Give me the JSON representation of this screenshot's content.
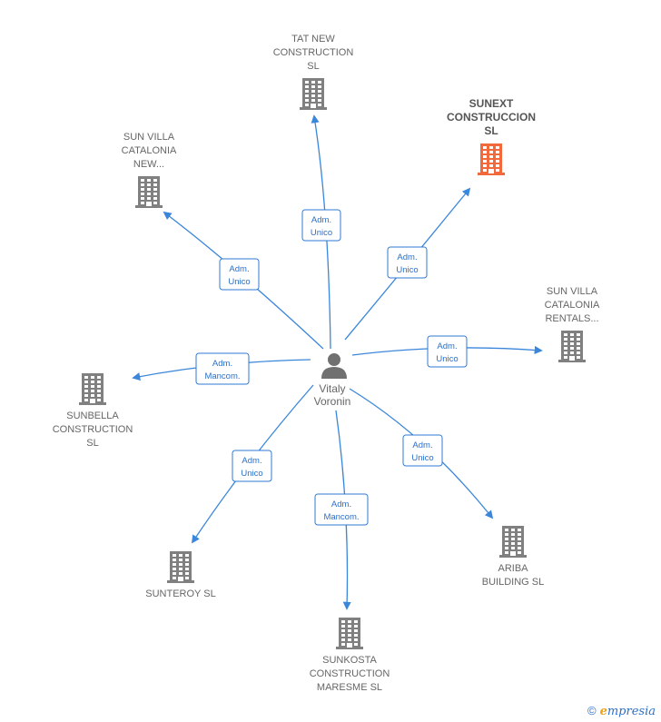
{
  "center": {
    "name_lines": [
      "Vitaly",
      "Voronin"
    ]
  },
  "companies": [
    {
      "id": "tat",
      "lines": [
        "TAT NEW",
        "CONSTRUCTION",
        "SL"
      ],
      "highlight": false
    },
    {
      "id": "sunext",
      "lines": [
        "SUNEXT",
        "CONSTRUCCION",
        "SL"
      ],
      "highlight": true
    },
    {
      "id": "svc-new",
      "lines": [
        "SUN VILLA",
        "CATALONIA",
        "NEW..."
      ],
      "highlight": false
    },
    {
      "id": "svc-rentals",
      "lines": [
        "SUN VILLA",
        "CATALONIA",
        "RENTALS..."
      ],
      "highlight": false
    },
    {
      "id": "sunbella",
      "lines": [
        "SUNBELLA",
        "CONSTRUCTION",
        "SL"
      ],
      "highlight": false
    },
    {
      "id": "ariba",
      "lines": [
        "ARIBA",
        "BUILDING  SL"
      ],
      "highlight": false
    },
    {
      "id": "sunteroy",
      "lines": [
        "SUNTEROY  SL"
      ],
      "highlight": false
    },
    {
      "id": "sunkosta",
      "lines": [
        "SUNKOSTA",
        "CONSTRUCTION",
        "MARESME  SL"
      ],
      "highlight": false
    }
  ],
  "edges": [
    {
      "to": "tat",
      "role": [
        "Adm.",
        "Unico"
      ]
    },
    {
      "to": "sunext",
      "role": [
        "Adm.",
        "Unico"
      ]
    },
    {
      "to": "svc-new",
      "role": [
        "Adm.",
        "Unico"
      ]
    },
    {
      "to": "svc-rentals",
      "role": [
        "Adm.",
        "Unico"
      ]
    },
    {
      "to": "sunbella",
      "role": [
        "Adm.",
        "Mancom."
      ]
    },
    {
      "to": "ariba",
      "role": [
        "Adm.",
        "Unico"
      ]
    },
    {
      "to": "sunteroy",
      "role": [
        "Adm.",
        "Unico"
      ]
    },
    {
      "to": "sunkosta",
      "role": [
        "Adm.",
        "Mancom."
      ]
    }
  ],
  "colors": {
    "edge": "#3a86db",
    "building": "#808080",
    "highlight": "#f26a3c",
    "person": "#707070"
  },
  "footer": {
    "copyright": "©",
    "brand_initial": "e",
    "brand_rest": "mpresia"
  }
}
